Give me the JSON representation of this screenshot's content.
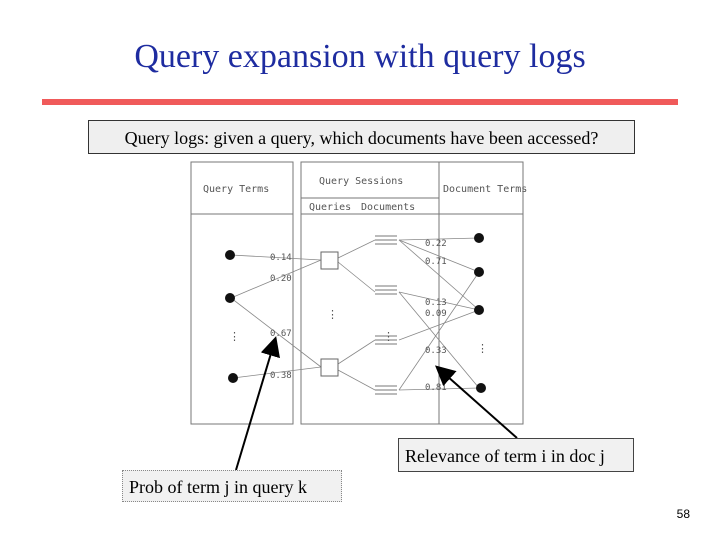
{
  "slide": {
    "title": "Query expansion with query logs",
    "caption": "Query logs: given a query, which documents have been accessed?",
    "page_number": "58"
  },
  "diagram": {
    "headers": {
      "query_terms": "Query Terms",
      "query_sessions": "Query Sessions",
      "queries": "Queries",
      "documents": "Documents",
      "document_terms": "Document Terms"
    },
    "term_query_weights": [
      "0.14",
      "0.20",
      "0.67",
      "0.38"
    ],
    "doc_term_weights": [
      "0.22",
      "0.71",
      "0.13",
      "0.09",
      "0.33",
      "0.81"
    ],
    "ellipsis": "⋮"
  },
  "callouts": {
    "relevance": "Relevance of term i in doc j",
    "probability": "Prob of term j in query k"
  },
  "colors": {
    "title": "#1e2ca0",
    "rule": "#f05a5a"
  }
}
